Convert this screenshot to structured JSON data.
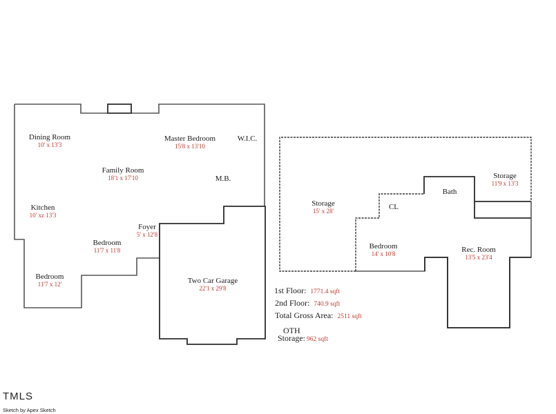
{
  "first_floor": {
    "rooms": [
      {
        "name": "Dining Room",
        "dim": "10' x 13'3"
      },
      {
        "name": "Master Bedroom",
        "dim": "15'8 x 13'10"
      },
      {
        "name": "W.I.C.",
        "dim": ""
      },
      {
        "name": "Family Room",
        "dim": "18'1 x 17'10"
      },
      {
        "name": "M.B.",
        "dim": ""
      },
      {
        "name": "Kitchen",
        "dim": "10' xz 13'3"
      },
      {
        "name": "Foyer",
        "dim": "5' x 12'8"
      },
      {
        "name": "Bedroom",
        "dim": "11'7 x 11'8"
      },
      {
        "name": "Bedroom",
        "dim": "11'7 x 12'"
      },
      {
        "name": "Two Car Garage",
        "dim": "22'1 x 29'8"
      }
    ]
  },
  "second_floor": {
    "rooms": [
      {
        "name": "Storage",
        "dim": "15' x 28'"
      },
      {
        "name": "CL",
        "dim": ""
      },
      {
        "name": "Bath",
        "dim": ""
      },
      {
        "name": "Storage",
        "dim": "11'9 x 13'3"
      },
      {
        "name": "Bedroom",
        "dim": "14' x 10'8"
      },
      {
        "name": "Rec. Room",
        "dim": "13'5 x 23'4"
      }
    ]
  },
  "area_summary": {
    "first_floor_label": "1st Floor:",
    "first_floor_value": "1771.4 sqft",
    "second_floor_label": "2nd Floor:",
    "second_floor_value": "740.9 sqft",
    "total_label": "Total Gross Area:",
    "total_value": "2511 sqft",
    "oth_label": "OTH",
    "storage_label": "Storage:",
    "storage_value": "962 sqft"
  },
  "colors": {
    "wall": "#555555",
    "room_name": "#1a1a1a",
    "dimension": "#c0392b"
  },
  "footer": {
    "brand": "TMLS",
    "credit": "Sketch by Apex Sketch"
  }
}
